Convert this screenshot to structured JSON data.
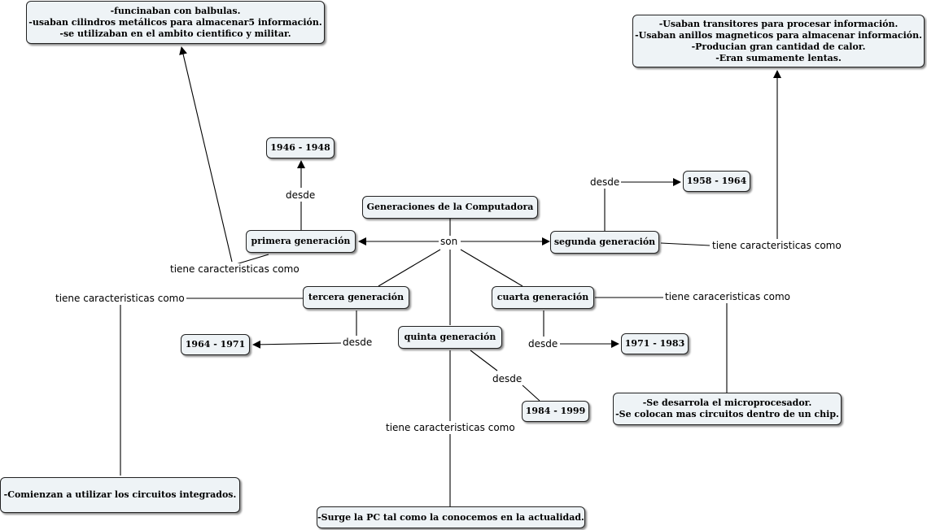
{
  "nodes": {
    "main": "Generaciones de la Computadora",
    "gen1": "primera generación",
    "gen2": "segunda generación",
    "gen3": "tercera generación",
    "gen4": "cuarta generación",
    "gen5": "quinta generación",
    "d1": "1946 - 1948",
    "d2": "1958 - 1964",
    "d3": "1964 - 1971",
    "d4": "1971 - 1983",
    "d5": "1984 - 1999",
    "c1": [
      "-funcinaban con balbulas.",
      "-usaban cilindros metálicos para almacenar5 información.",
      "-se utilizaban en el ambito cientifico y militar."
    ],
    "c2": [
      "-Usaban transitores para procesar información.",
      "-Usaban anillos magneticos para almacenar información.",
      "-Producian gran cantidad de calor.",
      "-Eran sumamente lentas."
    ],
    "c3": [
      "-Comienzan a utilizar los circuitos integrados."
    ],
    "c4": [
      "-Se desarrola el microprocesador.",
      "-Se colocan mas circuitos dentro de un chip."
    ],
    "c5": [
      "-Surge la PC tal como la conocemos en la actualidad."
    ]
  },
  "labels": {
    "son": "son",
    "desde1": "desde",
    "desde2": "desde",
    "desde3": "desde",
    "desde4": "desde",
    "desde5": "desde",
    "tiene1": "tiene caracteristicas como",
    "tiene2": "tiene caracteristicas como",
    "tiene3": "tiene caracteristicas como",
    "tiene4": "tiene caraceristicas como",
    "tiene5": "tiene caracteristicas como"
  }
}
